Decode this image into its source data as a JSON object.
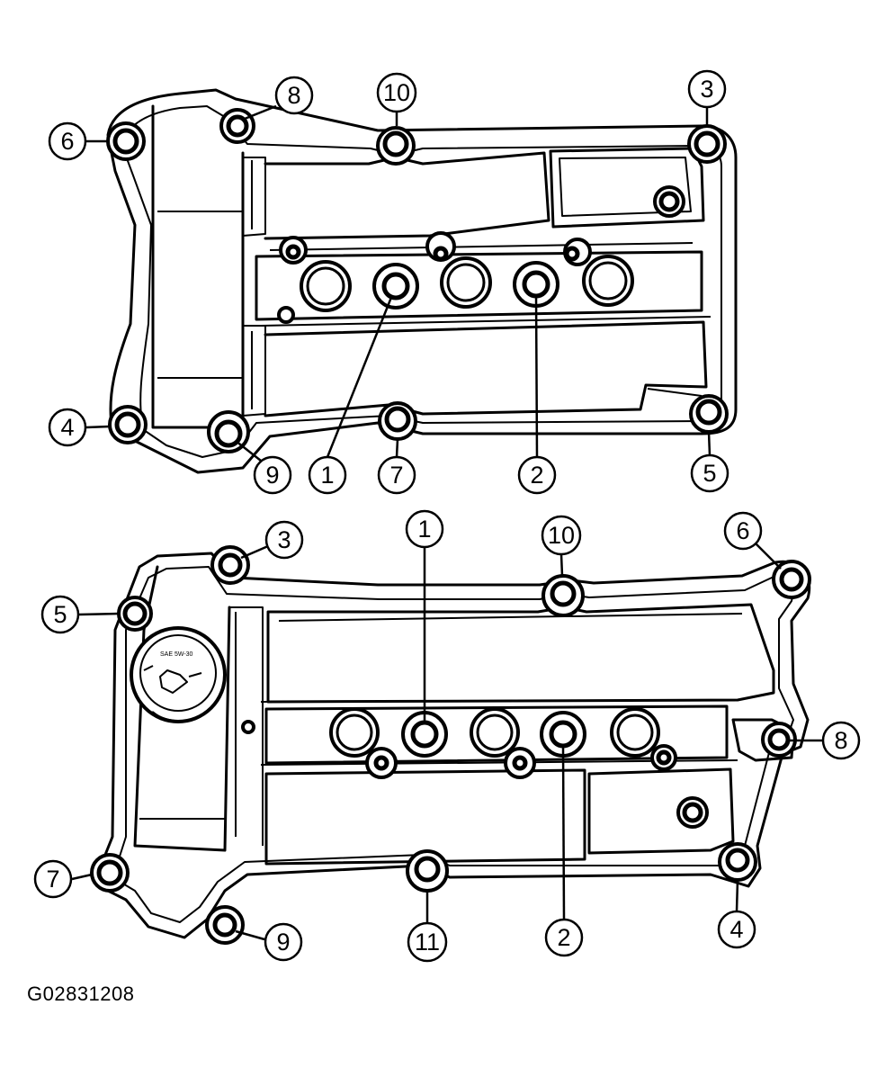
{
  "figure_code": "G02831208",
  "top_cover": {
    "callouts": [
      "1",
      "2",
      "3",
      "4",
      "5",
      "6",
      "7",
      "8",
      "9",
      "10"
    ]
  },
  "bottom_cover": {
    "callouts": [
      "1",
      "2",
      "3",
      "4",
      "5",
      "6",
      "7",
      "8",
      "9",
      "10",
      "11"
    ]
  }
}
